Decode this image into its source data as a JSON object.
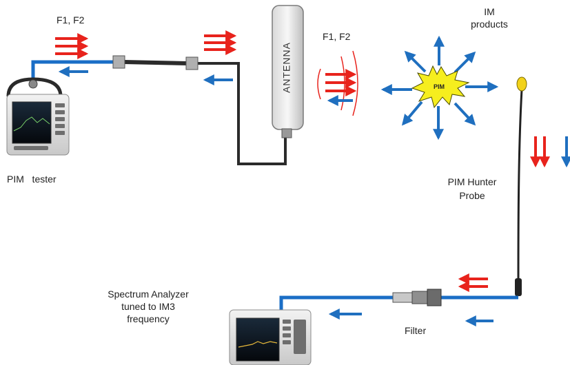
{
  "labels": {
    "f1f2_top": "F1, F2",
    "f1f2_antenna": "F1, F2",
    "im_products": "IM\nproducts",
    "pim_tester": "PIM   tester",
    "antenna": "ANTENNA",
    "pim_burst": "PIM",
    "pim_hunter_probe": "PIM   Hunter\nProbe",
    "spectrum_analyzer": "Spectrum Analyzer\ntuned to IM3\nfrequency",
    "filter": "Filter"
  },
  "colors": {
    "forward_arrow": "#e8231c",
    "reflected_arrow": "#1f6fbf",
    "blue_cable": "#1a6ec6",
    "black_cable": "#2b2b2b",
    "pim_burst": "#f6ee1e",
    "probe_tip": "#f2d21a"
  },
  "icons": [
    "pim-tester-instrument",
    "antenna-panel",
    "pim-burst",
    "probe-antenna",
    "spectrum-analyzer-instrument",
    "inline-filter"
  ]
}
